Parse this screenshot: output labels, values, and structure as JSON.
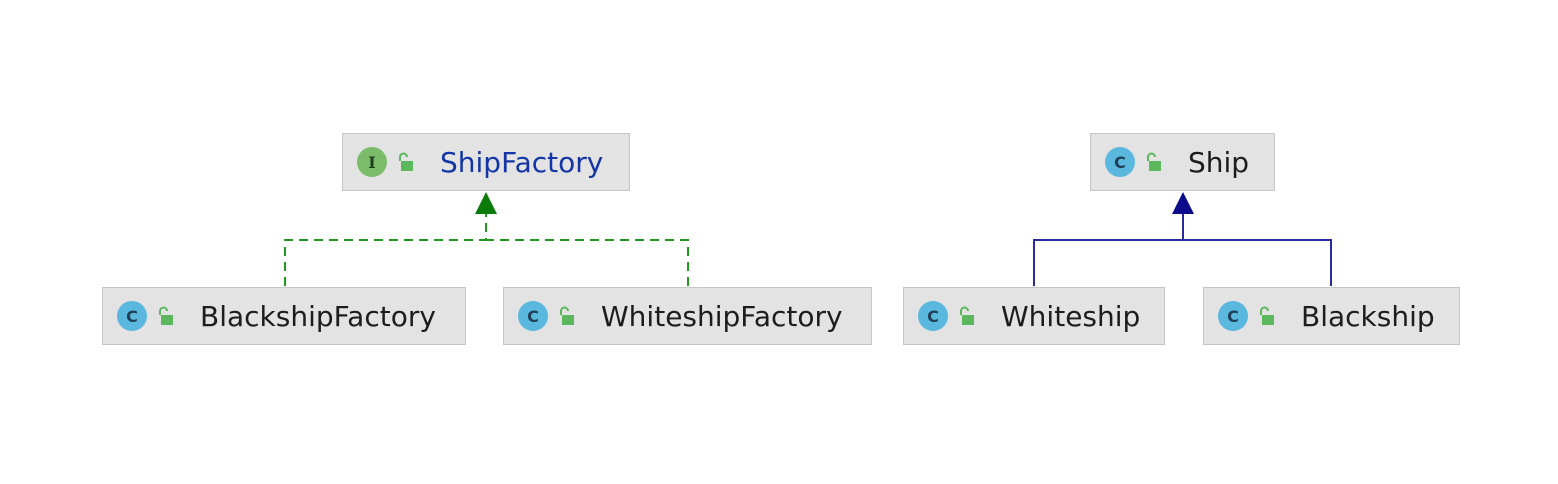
{
  "diagram": {
    "nodes": [
      {
        "id": "ship-factory",
        "label": "ShipFactory",
        "kind": "interface",
        "kind_letter": "I"
      },
      {
        "id": "blackship-factory",
        "label": "BlackshipFactory",
        "kind": "class",
        "kind_letter": "C"
      },
      {
        "id": "whiteship-factory",
        "label": "WhiteshipFactory",
        "kind": "class",
        "kind_letter": "C"
      },
      {
        "id": "ship",
        "label": "Ship",
        "kind": "class",
        "kind_letter": "C"
      },
      {
        "id": "whiteship",
        "label": "Whiteship",
        "kind": "class",
        "kind_letter": "C"
      },
      {
        "id": "blackship",
        "label": "Blackship",
        "kind": "class",
        "kind_letter": "C"
      }
    ],
    "edges": [
      {
        "from": "blackship-factory",
        "to": "ship-factory",
        "relation": "implements"
      },
      {
        "from": "whiteship-factory",
        "to": "ship-factory",
        "relation": "implements"
      },
      {
        "from": "whiteship",
        "to": "ship",
        "relation": "extends"
      },
      {
        "from": "blackship",
        "to": "ship",
        "relation": "extends"
      }
    ],
    "colors": {
      "implements_line": "#1f9a1f",
      "implements_arrow": "#0a7a0a",
      "extends_line": "#2a2aa0",
      "extends_arrow": "#0c0c8a",
      "interface_text": "#1335a6",
      "class_text": "#1d1d1d",
      "class_badge": "#5ab7dd",
      "interface_badge": "#7bbc6b",
      "lock_icon": "#5cb85c",
      "node_fill": "#e3e3e3",
      "node_border": "#c6c6c6"
    },
    "icons": {
      "class_badge": "class-badge-icon",
      "interface_badge": "interface-badge-icon",
      "visibility": "open-lock-icon"
    }
  }
}
